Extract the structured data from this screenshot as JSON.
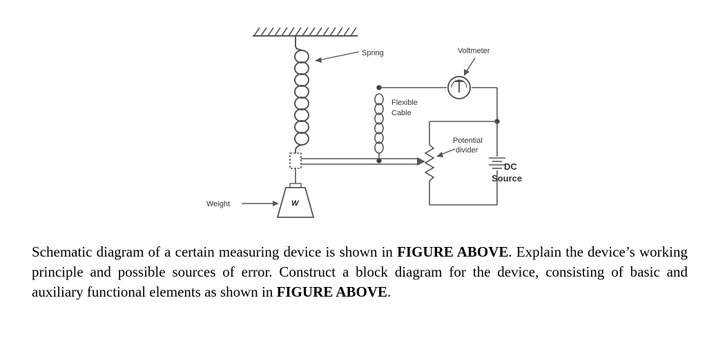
{
  "diagram": {
    "labels": {
      "spring": "Spring",
      "voltmeter": "Voltmeter",
      "flexible_cable_line1": "Flexible",
      "flexible_cable_line2": "Cable",
      "potential_divider_line1": "Potential",
      "potential_divider_line2": "divider",
      "dc_source_line1": "DC",
      "dc_source_line2": "Source",
      "weight": "Weight",
      "weight_symbol": "W"
    },
    "colors": {
      "line": "#555555",
      "text": "#333333"
    }
  },
  "question": {
    "part1": "Schematic diagram of a certain measuring device is shown in ",
    "emph1": "FIGURE ABOVE",
    "part2": ". Explain the device’s working principle and possible sources of error. Construct a block diagram for the device, consisting of basic and auxiliary functional elements as shown in ",
    "emph2": "FIGURE ABOVE",
    "part3": "."
  }
}
